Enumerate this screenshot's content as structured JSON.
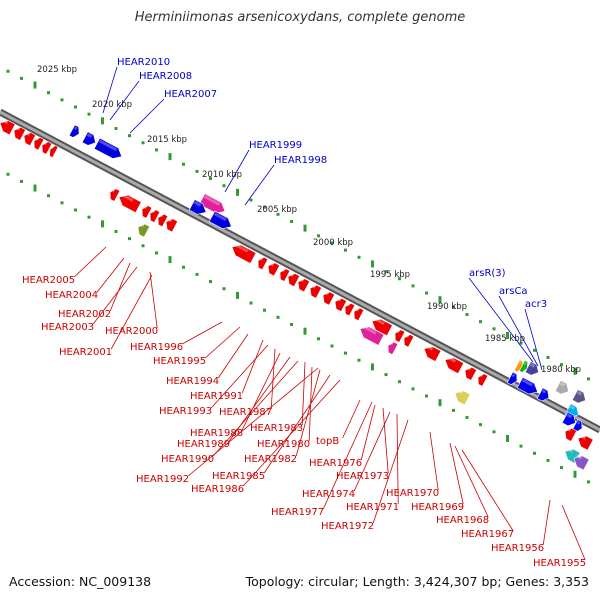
{
  "title": "Herminiimonas arsenicoxydans, complete genome",
  "footer": {
    "accession": "Accession: NC_009138",
    "topology": "Topology: circular; Length: 3,424,307 bp; Genes: 3,353"
  },
  "colors": {
    "forward_labels": "#0000cc",
    "reverse_labels": "#cc0000",
    "ticks": "#339933",
    "backbone": "#888888"
  },
  "scale_labels": [
    "2025 kbp",
    "2020 kbp",
    "2015 kbp",
    "2010 kbp",
    "2005 kbp",
    "2000 kbp",
    "1995 kbp",
    "1990 kbp",
    "1985 kbp",
    "1980 kbp"
  ],
  "forward_gene_labels": [
    "HEAR2010",
    "HEAR2008",
    "HEAR2007",
    "HEAR1999",
    "HEAR1998",
    "arsR(3)",
    "arsCa",
    "acr3"
  ],
  "reverse_gene_labels": [
    "HEAR2005",
    "HEAR2004",
    "HEAR2002",
    "HEAR2003",
    "HEAR2000",
    "HEAR2001",
    "HEAR1996",
    "HEAR1995",
    "HEAR1994",
    "HEAR1991",
    "HEAR1993",
    "HEAR1987",
    "HEAR1988",
    "HEAR1983",
    "HEAR1989",
    "HEAR1980",
    "HEAR1990",
    "HEAR1982",
    "topB",
    "HEAR1985",
    "HEAR1992",
    "HEAR1986",
    "HEAR1976",
    "HEAR1973",
    "HEAR1974",
    "HEAR1971",
    "HEAR1977",
    "HEAR1972",
    "HEAR1970",
    "HEAR1969",
    "HEAR1968",
    "HEAR1967",
    "HEAR1956",
    "HEAR1955"
  ]
}
